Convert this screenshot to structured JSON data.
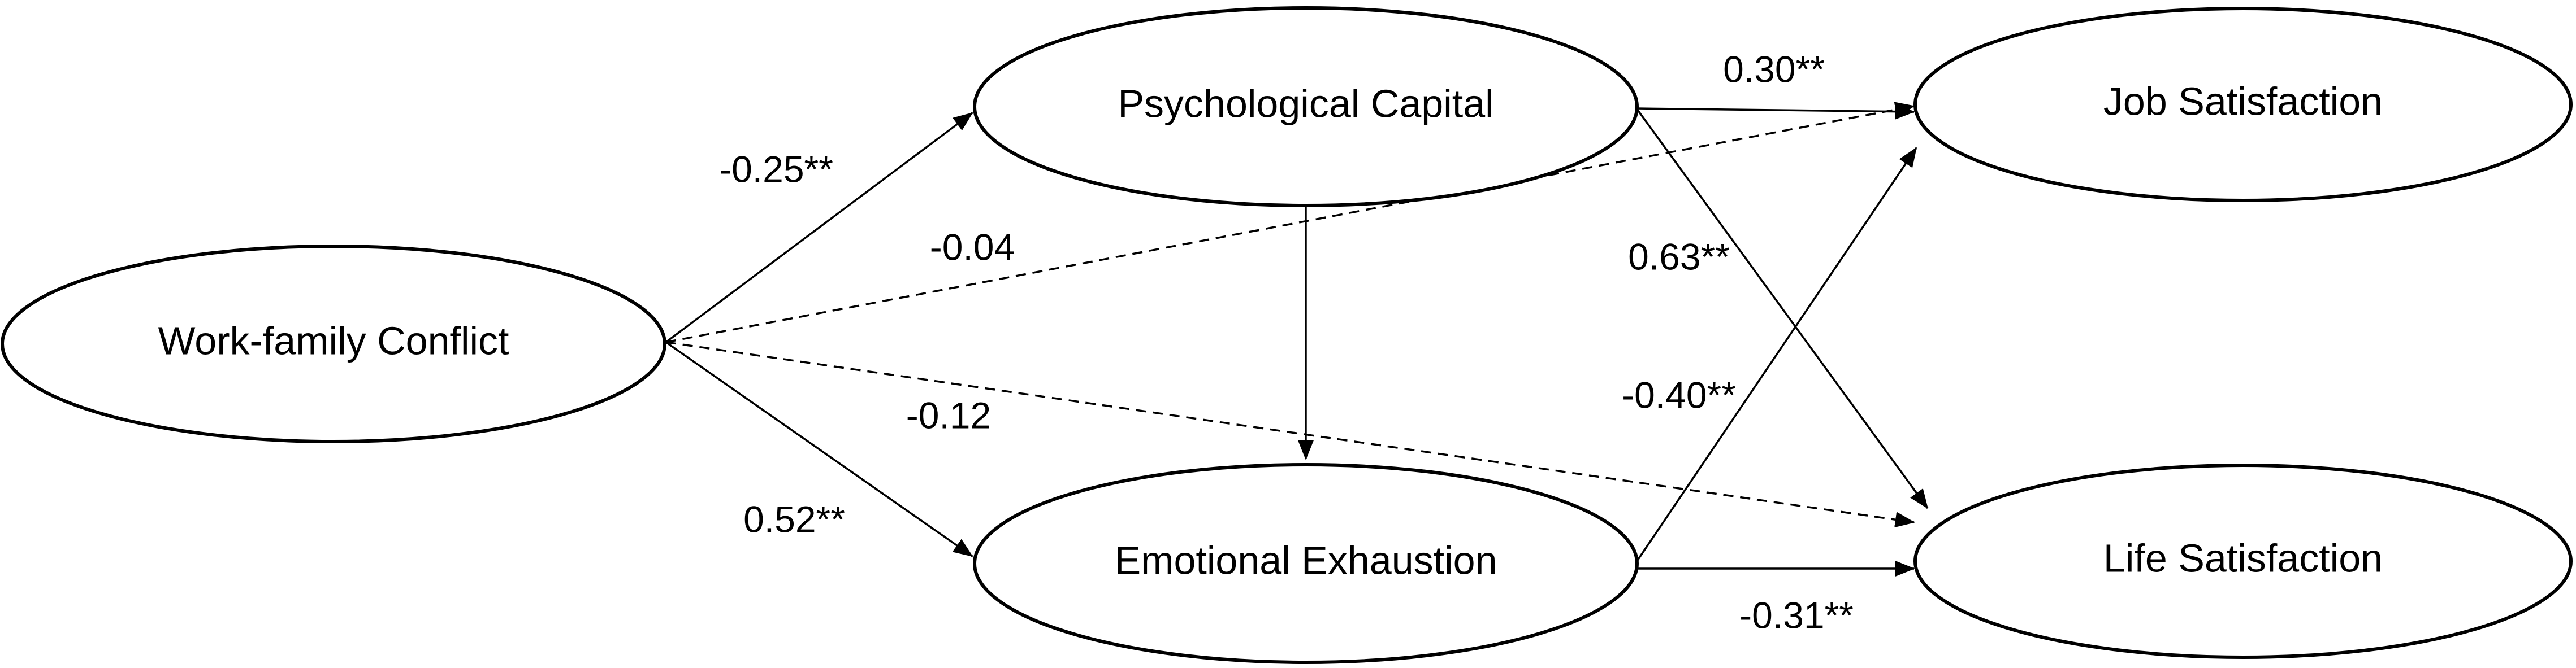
{
  "nodes": {
    "work_family_conflict": "Work-family Conflict",
    "psychological_capital": "Psychological Capital",
    "emotional_exhaustion": "Emotional Exhaustion",
    "job_satisfaction": "Job Satisfaction",
    "life_satisfaction": "Life Satisfaction"
  },
  "paths": {
    "wfc_to_pc": "-0.25**",
    "wfc_to_ee": "0.52**",
    "wfc_to_js": "-0.04",
    "wfc_to_ls": "-0.12",
    "pc_to_js": "0.30**",
    "pc_to_ls": "0.63**",
    "ee_to_js": "-0.40**",
    "ee_to_ls": "-0.31**"
  },
  "colors": {
    "stroke": "#000000",
    "background": "#ffffff"
  }
}
